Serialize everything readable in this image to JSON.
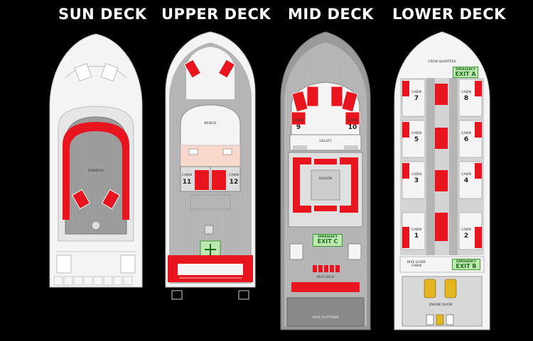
{
  "titles": {
    "sun": "SUN DECK",
    "upper": "UPPER DECK",
    "mid": "MID DECK",
    "lower": "LOWER DECK"
  },
  "sun_deck": {
    "sundeck": "SUNDECK"
  },
  "upper_deck": {
    "bridge": "BRIDGE",
    "cabin_11": "CABIN",
    "num_11": "11",
    "cabin_12": "CABIN",
    "num_12": "12"
  },
  "mid_deck": {
    "cabin_9": "CABIN",
    "num_9": "9",
    "cabin_10": "CABIN",
    "num_10": "10",
    "galley": "GALLEY",
    "saloon": "SALOON",
    "exit_c_top": "EMERGENCY",
    "exit_c": "EXIT C",
    "dive_deck": "DIVE DECK",
    "dive_platform": "DIVE PLATFORM"
  },
  "lower_deck": {
    "crew_quarters": "CREW QUARTERS",
    "exit_a_top": "EMERGENCY",
    "exit_a": "EXIT A",
    "cabins": [
      {
        "label": "CABIN",
        "num": "7"
      },
      {
        "label": "CABIN",
        "num": "8"
      },
      {
        "label": "CABIN",
        "num": "5"
      },
      {
        "label": "CABIN",
        "num": "6"
      },
      {
        "label": "CABIN",
        "num": "3"
      },
      {
        "label": "CABIN",
        "num": "4"
      },
      {
        "label": "CABIN",
        "num": "1"
      },
      {
        "label": "CABIN",
        "num": "2"
      }
    ],
    "dive_guide_cabin": "DIVE GUIDE CABIN",
    "exit_b_top": "EMERGENCY",
    "exit_b": "EXIT B",
    "engine_room": "ENGINE ROOM"
  },
  "colors": {
    "red": "#e8141e",
    "deck_grey": "#b4b4b4",
    "hull_white": "#f2f2f2",
    "background": "#000000"
  }
}
